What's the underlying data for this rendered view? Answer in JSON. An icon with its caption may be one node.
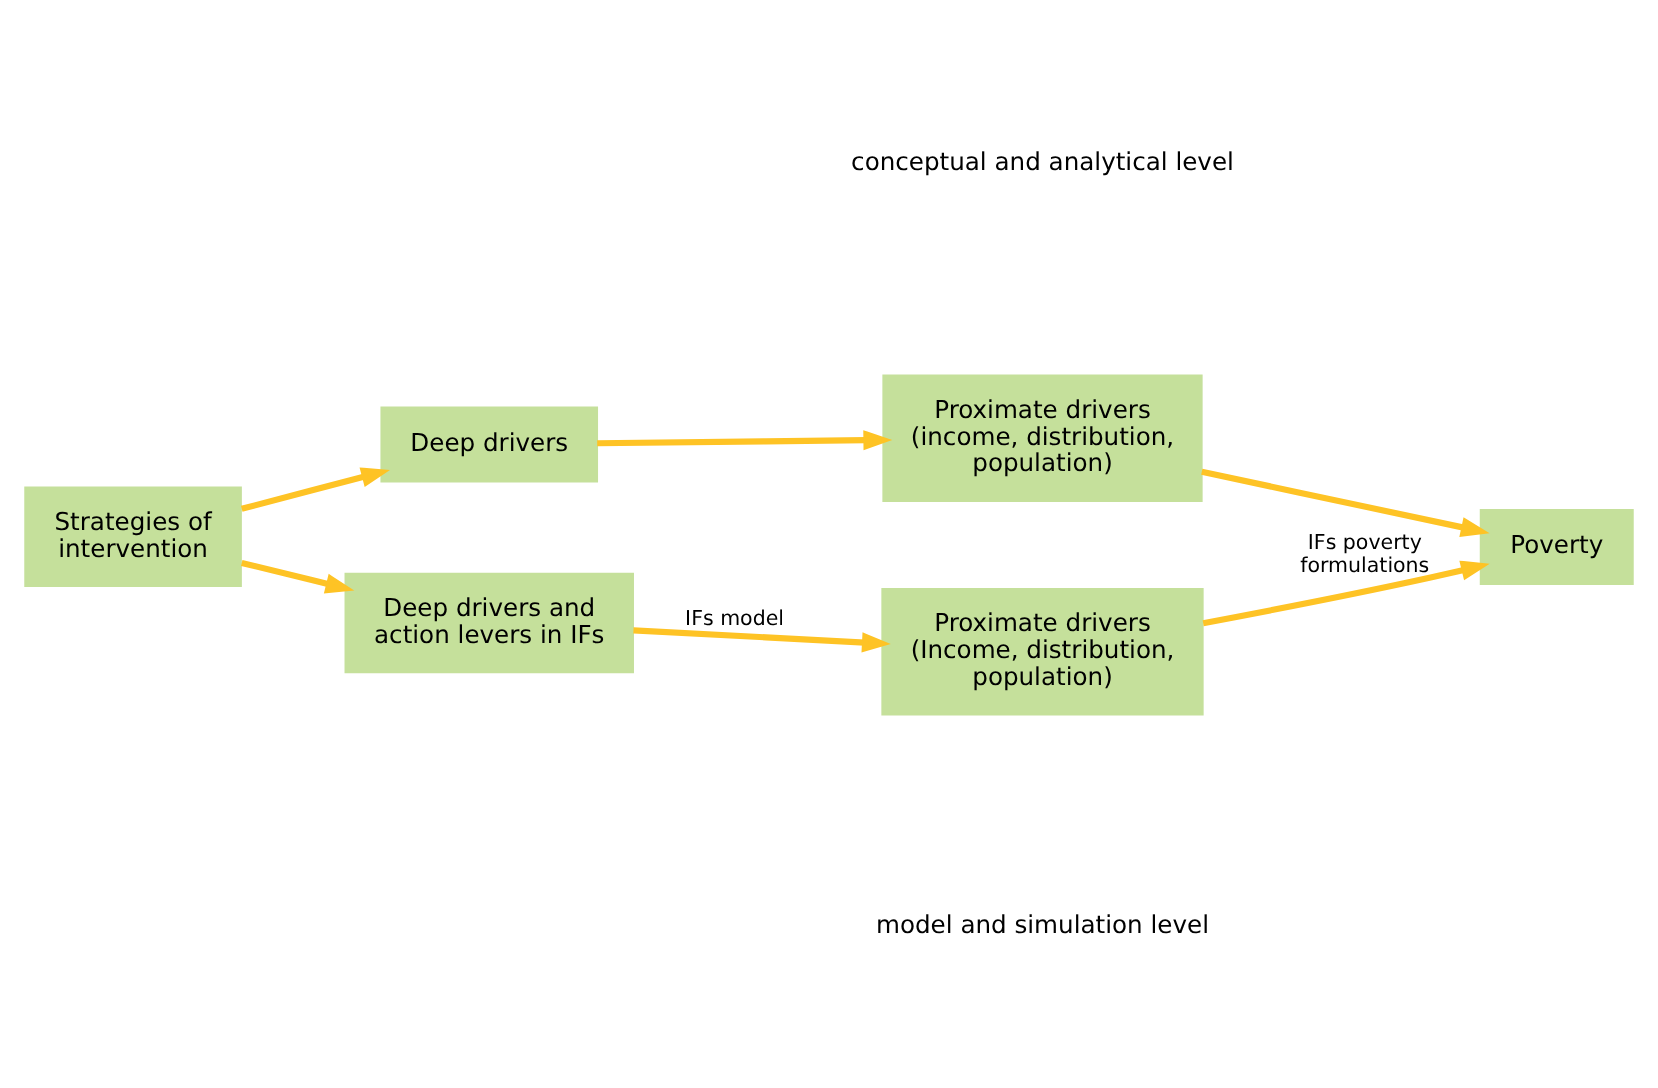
{
  "diagram": {
    "nodes": [
      {
        "text": [
          "Deep drivers"
        ]
      },
      {
        "text": [
          "Proximate drivers (income, distribution, population)"
        ]
      },
      {
        "text": [
          "Strategies of intervention"
        ]
      },
      {
        "text": [
          "Poverty"
        ]
      },
      {
        "text": [
          "Deep drivers and action levers in IFs"
        ]
      },
      {
        "text": [
          "Proximate drivers (Income, distribution, population)"
        ]
      }
    ],
    "edges": [
      {
        "from": 2,
        "to": 0,
        "arrow": "to",
        "color": "#fec325"
      },
      {
        "from": 0,
        "to": 1,
        "arrow": "to",
        "color": "#fec325"
      },
      {
        "from": 1,
        "to": 3,
        "arrow": "to",
        "color": "#fec325"
      },
      {
        "from": 2,
        "to": 4,
        "arrow": "to",
        "color": "#fec325"
      },
      {
        "from": 4,
        "to": 5,
        "arrow": "to",
        "label": "IFs model",
        "color": "#fec325"
      },
      {
        "from": 5,
        "to": 3,
        "arrow": "to",
        "label": "IFs poverty formulations",
        "color": "#fec325"
      }
    ],
    "labels": [
      "conceptual and analytical level",
      "model and simulation level"
    ]
  }
}
